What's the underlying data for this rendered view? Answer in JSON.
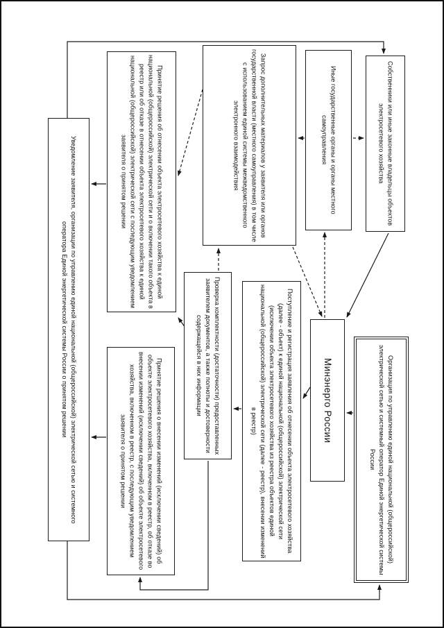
{
  "palette": {
    "ink": "#1a1a1a",
    "background": "#ffffff"
  },
  "boxes": {
    "notify": {
      "text": "Уведомление заявителя, организации по управлению единой национальной (общероссийской) электрической сетью и системного оператора Единой энергетической системы России о принятом решении"
    },
    "decide_assign": {
      "text": "Принятие решения об отнесении объекта электросетевого хозяйства к единой национальной (общероссийской) электрической сети и о включении такого объекта в реестр или об отказе в отнесении объекта электросетевого хозяйства к единой национальной (общероссийской) электрической сети с последующим уведомлением заявителя о принятом решении"
    },
    "decide_amend": {
      "text": "Принятие решения о внесении изменений (исключении сведений) об объекте электросетевого хозяйства, включенном в реестр, об отказе во внесении изменений (исключении сведений) об объекте электросетевого хозяйства, включенном в реестр, с последующим уведомлением заявителя о принятом решении"
    },
    "request_materials": {
      "text": "Запрос дополнительных материалов у заявителя или органов государственной власти (местного самоуправления) в том числе с использованием единой системы межведомственного электронного взаимодействия"
    },
    "check_docs": {
      "text": "Проверка комплектности (достаточности) предоставленных заявителем документов, а также полноты и достоверности содержащейся в них информации"
    },
    "intake": {
      "text": "Поступление и регистрация заявления об отнесении объекта электросетевого хозяйства (далее - объект) к единой национальной (общероссийской) электрической сети (исключении объекта электросетевого хозяйства из реестра объектов единой национальной (общероссийской) электрической сети (далее - реестр), внесении изменений в реестр)"
    },
    "other_authorities": {
      "text": "Иные государственные органы и органы местного самоуправления"
    },
    "owners": {
      "text": "Собственники или иные законные владельцы объектов электросетевого хозяйства"
    },
    "minenergo": {
      "text": "Минэнерго России"
    },
    "grid_operator": {
      "text": "Организация по управлению единой национальной (общероссийской) электрической сетью и системный оператор Единой энергетической системы России"
    }
  }
}
